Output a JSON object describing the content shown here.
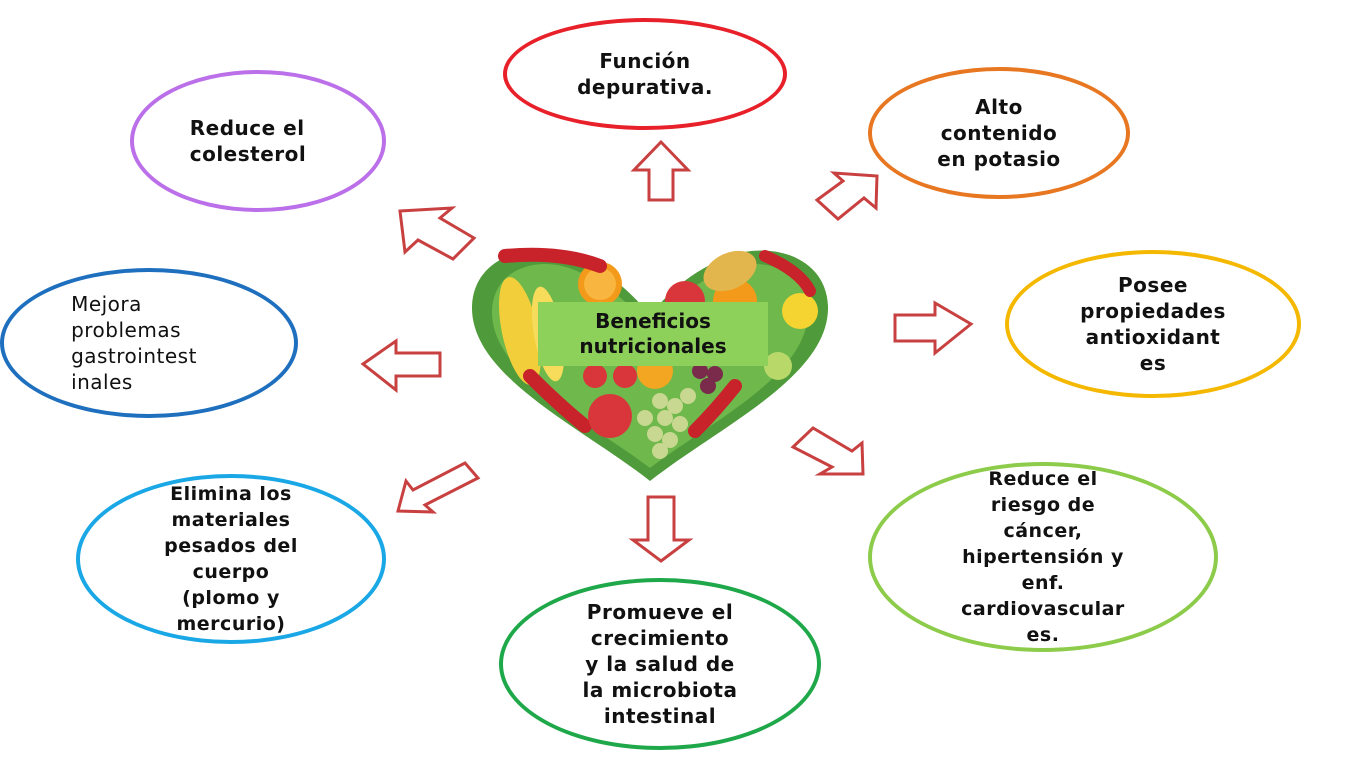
{
  "center": {
    "label": "Beneficios\nnutricionales",
    "image": "heart-of-fruits-and-vegetables",
    "label_bg": "#8dd05a"
  },
  "benefits": [
    {
      "id": "depurativa",
      "text": "Función\ndepurativa.",
      "color": "#e8202a"
    },
    {
      "id": "potasio",
      "text": "Alto\ncontenido\nen potasio",
      "color": "#e87722"
    },
    {
      "id": "antioxidantes",
      "text": "Posee\npropiedades\nantioxidant\nes",
      "color": "#f5b800"
    },
    {
      "id": "cancer",
      "text": "Reduce el\nriesgo de\ncáncer,\nhipertensión y\nenf.\ncardiovascular\nes.",
      "color": "#8ccc4a"
    },
    {
      "id": "microbiota",
      "text": "Promueve el\ncrecimiento\ny la salud de\nla microbiota\nintestinal",
      "color": "#1fa84a"
    },
    {
      "id": "metales",
      "text": "Elimina los\nmateriales\npesados del\ncuerpo\n(plomo y\nmercurio)",
      "color": "#1aa7e6"
    },
    {
      "id": "gastro",
      "text": "Mejora\nproblemas\ngastrointest\ninales",
      "color": "#1f6fbf"
    },
    {
      "id": "colesterol",
      "text": "Reduce el\ncolesterol",
      "color": "#bb6fe8"
    }
  ],
  "arrow_color": "#c84040"
}
